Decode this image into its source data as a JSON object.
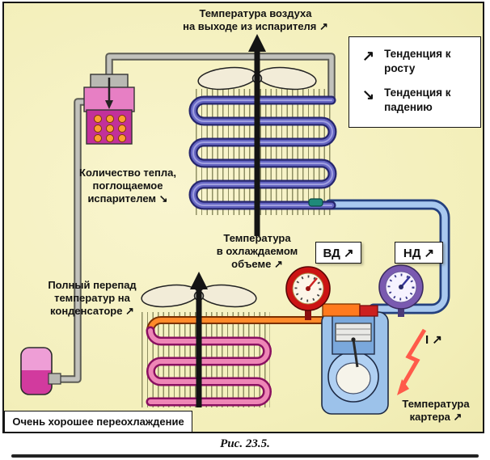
{
  "figure": {
    "caption": "Рис. 23.5."
  },
  "colors": {
    "background": "#f5f2c2",
    "evaporator_pipe": "#6565c2",
    "condenser_pipe": "#e06aa8",
    "discharge_pipe": "#ff8a2a",
    "suction_pipe": "#a9c9ef",
    "hp_gauge_ring": "#cc1414",
    "lp_gauge_ring": "#7a5ab0",
    "lightning": "#ff5a4a"
  },
  "labels": {
    "evaporator_air_temp": {
      "line1": "Температура воздуха",
      "line2": "на выходе из испарителя ↗"
    },
    "heat_absorbed": {
      "line1": "Количество тепла,",
      "line2": "поглощаемое",
      "line3": "испарителем ↘"
    },
    "cooled_volume": {
      "line1": "Температура",
      "line2": "в охлаждаемом",
      "line3": "объеме ↗"
    },
    "condenser_drop": {
      "line1": "Полный перепад",
      "line2": "температур на",
      "line3": "конденсаторе ↗"
    },
    "hp_gauge": "ВД ↗",
    "lp_gauge": "НД ↗",
    "current": "I ↗",
    "crankcase": {
      "line1": "Температура",
      "line2": "картера ↗"
    },
    "subcooling": "Очень хорошее переохлаждение"
  },
  "legend": {
    "up_symbol": "↗",
    "up_text": "Тенденция к росту",
    "down_symbol": "↘",
    "down_text": "Тенденция к падению"
  }
}
